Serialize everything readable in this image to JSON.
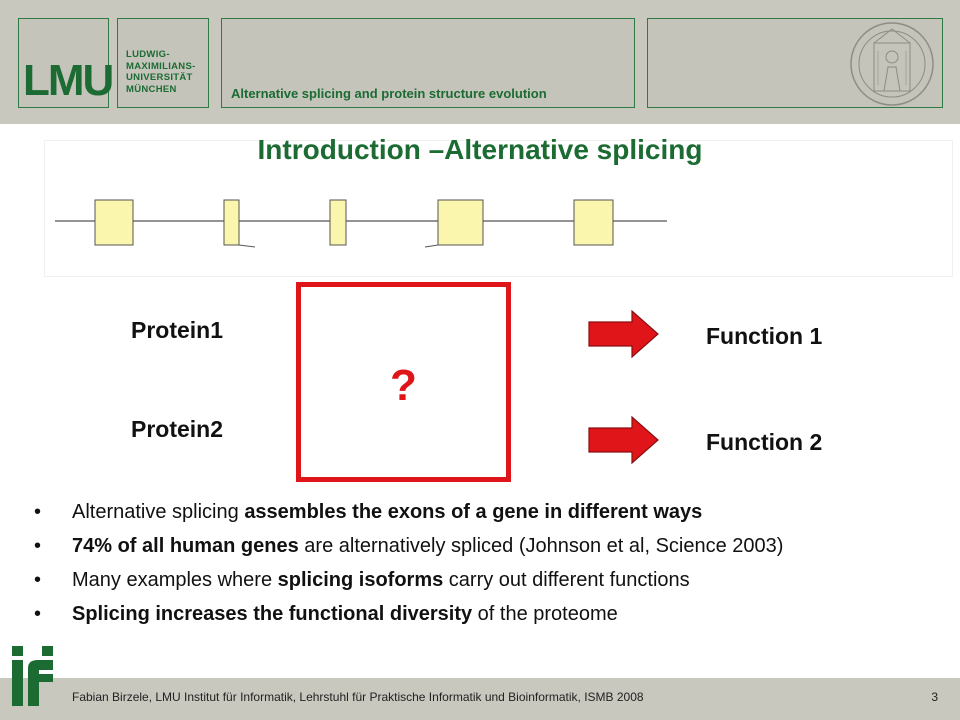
{
  "header": {
    "logo_text": "LMU",
    "university_lines": [
      "LUDWIG-",
      "MAXIMILIANS-",
      "UNIVERSITÄT",
      "MÜNCHEN"
    ],
    "title": "Alternative splicing and protein structure evolution"
  },
  "slide": {
    "title": "Introduction –Alternative splicing"
  },
  "diagram": {
    "proteins": [
      "Protein1",
      "Protein2"
    ],
    "question_mark": "?",
    "functions": [
      "Function 1",
      "Function 2"
    ]
  },
  "bullets": [
    {
      "parts": [
        {
          "t": "Alternative splicing ",
          "b": false
        },
        {
          "t": "assembles the exons of a gene in different ways",
          "b": true
        }
      ]
    },
    {
      "parts": [
        {
          "t": "74% of all human genes",
          "b": true
        },
        {
          "t": " are alternatively spliced (Johnson et al, Science 2003)",
          "b": false
        }
      ]
    },
    {
      "parts": [
        {
          "t": "Many examples where ",
          "b": false
        },
        {
          "t": "splicing isoforms",
          "b": true
        },
        {
          "t": " carry out different functions",
          "b": false
        }
      ]
    },
    {
      "parts": [
        {
          "t": "Splicing increases the functional diversity",
          "b": true
        },
        {
          "t": " of the proteome",
          "b": false
        }
      ]
    }
  ],
  "bullet_symbol": "•",
  "footer": {
    "text": "Fabian Birzele, LMU Institut für Informatik, Lehrstuhl für Praktische Informatik und Bioinformatik, ISMB 2008",
    "page": "3"
  },
  "colors": {
    "brand_green": "#1b6b33",
    "accent_red": "#e0151a",
    "exon_fill": "#fbf6ad",
    "header_gray": "#c8c8bf"
  }
}
